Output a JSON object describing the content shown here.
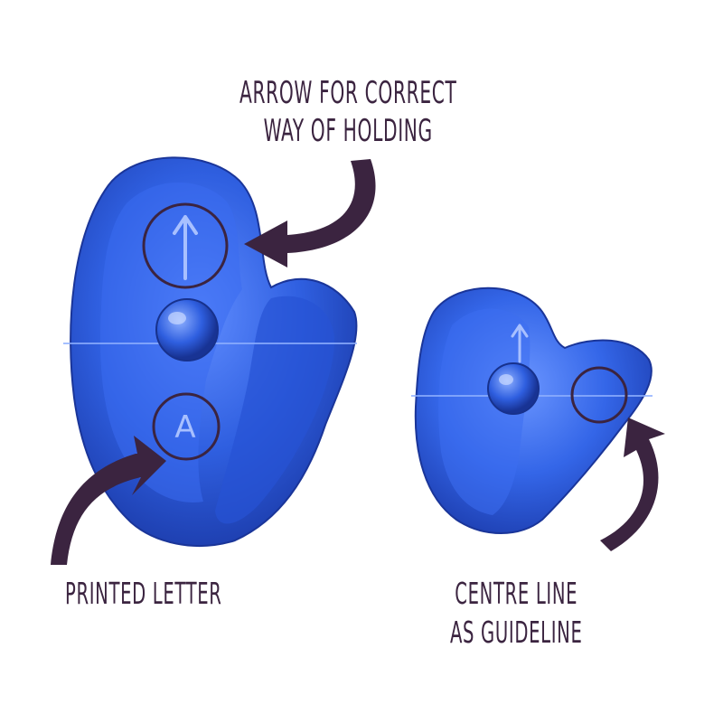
{
  "annotations": {
    "arrow_for_holding": {
      "line1": "ARROW FOR CORRECT",
      "line2": "WAY OF HOLDING"
    },
    "printed_letter": {
      "text": "PRINTED LETTER"
    },
    "centre_line": {
      "line1": "CENTRE LINE",
      "line2": "AS GUIDELINE"
    }
  },
  "embossed": {
    "large_cutter_letter": "A"
  },
  "colors": {
    "cutter_blue": "#2f5fe0",
    "cutter_dark": "#1f3fb8",
    "annotation_purple": "#3b2440"
  }
}
